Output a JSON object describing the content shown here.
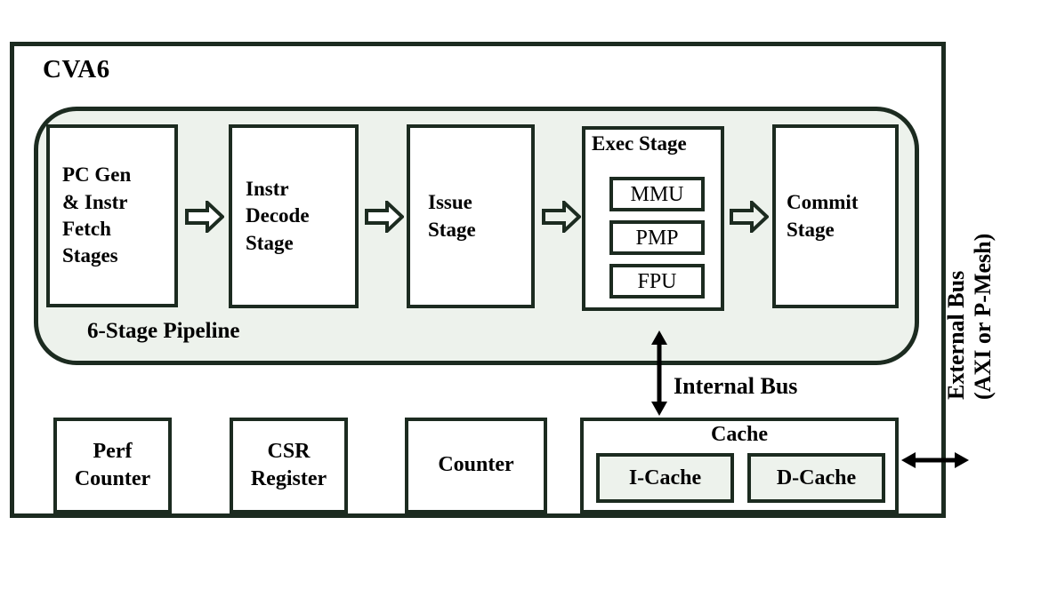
{
  "diagram": {
    "title": "CVA6",
    "pipeline": {
      "caption": "6-Stage Pipeline",
      "stages": [
        {
          "name": "pc-gen-instr-fetch",
          "lines": [
            "PC Gen",
            "& Instr",
            "Fetch",
            "Stages"
          ]
        },
        {
          "name": "instr-decode",
          "lines": [
            "Instr",
            "Decode",
            "Stage"
          ]
        },
        {
          "name": "issue",
          "lines": [
            "Issue",
            "Stage"
          ]
        },
        {
          "name": "exec",
          "title": "Exec Stage",
          "units": [
            "MMU",
            "PMP",
            "FPU"
          ]
        },
        {
          "name": "commit",
          "lines": [
            "Commit",
            "Stage"
          ]
        }
      ],
      "arrows": [
        "flow-arrow-right",
        "flow-arrow-right",
        "flow-arrow-right",
        "flow-arrow-right"
      ]
    },
    "peripherals": [
      {
        "name": "perf-counter",
        "lines": [
          "Perf",
          "Counter"
        ]
      },
      {
        "name": "csr-register",
        "lines": [
          "CSR",
          "Register"
        ]
      },
      {
        "name": "counter",
        "lines": [
          "Counter"
        ]
      }
    ],
    "cache": {
      "title": "Cache",
      "subcaches": [
        "I-Cache",
        "D-Cache"
      ]
    },
    "buses": {
      "internal_label": "Internal Bus",
      "external_label_line1": "External Bus",
      "external_label_line2": "(AXI or P-Mesh)"
    },
    "colors": {
      "stroke": "#1c2b20",
      "pipeline_fill": "#edf2ec",
      "box_fill": "#ffffff",
      "page_bg": "#ffffff"
    }
  }
}
